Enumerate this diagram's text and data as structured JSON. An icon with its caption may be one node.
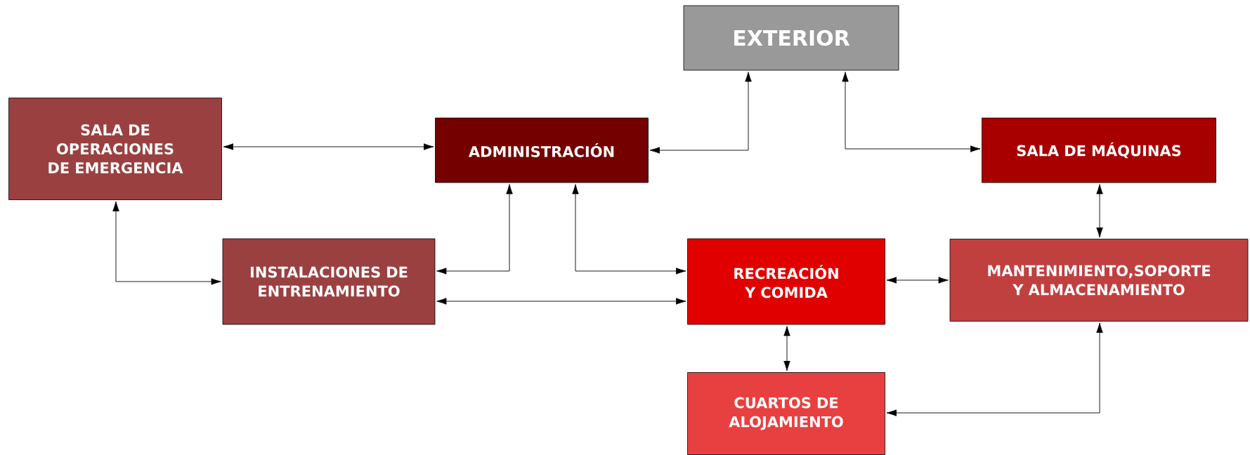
{
  "diagram": {
    "nodes": [
      {
        "text": [
          "EXTERIOR"
        ]
      },
      {
        "text": [
          "SALA DE OPERACIONES DE EMERGENCIA"
        ]
      },
      {
        "text": [
          "ADMINISTRACIÓN"
        ]
      },
      {
        "text": [
          "SALA DE MÁQUINAS"
        ]
      },
      {
        "text": [
          "INSTALACIONES DE ENTRENAMIENTO"
        ]
      },
      {
        "text": [
          "RECREACIÓN Y COMIDA"
        ]
      },
      {
        "text": [
          "MANTENIMIENTO,SOPORTE Y ALMACENAMIENTO"
        ]
      },
      {
        "text": [
          "CUARTOS DE ALOJAMIENTO"
        ]
      }
    ],
    "edges": [
      {
        "from": 1,
        "to": 2,
        "arrow": "both"
      },
      {
        "from": 2,
        "to": 0,
        "arrow": "both"
      },
      {
        "from": 0,
        "to": 3,
        "arrow": "both"
      },
      {
        "from": 1,
        "to": 4,
        "arrow": "both"
      },
      {
        "from": 4,
        "to": 2,
        "arrow": "both"
      },
      {
        "from": 2,
        "to": 5,
        "arrow": "both"
      },
      {
        "from": 4,
        "to": 5,
        "arrow": "both"
      },
      {
        "from": 5,
        "to": 6,
        "arrow": "both"
      },
      {
        "from": 3,
        "to": 6,
        "arrow": "both"
      },
      {
        "from": 5,
        "to": 7,
        "arrow": "both"
      },
      {
        "from": 6,
        "to": 7,
        "arrow": "both"
      }
    ]
  }
}
